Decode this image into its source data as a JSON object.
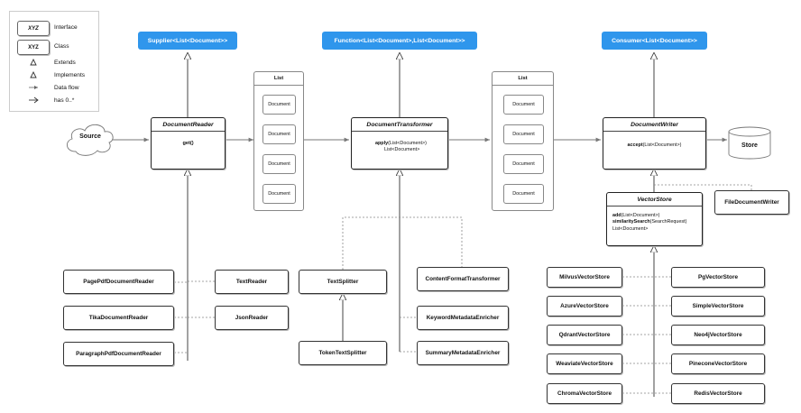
{
  "legend": {
    "interface_key": "XYZ",
    "interface_label": "Interface",
    "class_key": "XYZ",
    "class_label": "Class",
    "extends_label": "Extends",
    "implements_label": "Implements",
    "dataflow_label": "Data flow",
    "has_label": "has 0..*"
  },
  "top": {
    "supplier": "Supplier<List<Document>>",
    "function": "Function<List<Document>,List<Document>>",
    "consumer": "Consumer<List<Document>>"
  },
  "source": "Source",
  "store": "Store",
  "reader": {
    "title": "DocumentReader",
    "method": "get()"
  },
  "transformer": {
    "title": "DocumentTransformer",
    "method_name": "apply",
    "method_arg": "(List<Document>)",
    "method_ret": "List<Document>"
  },
  "writer": {
    "title": "DocumentWriter",
    "method_name": "accept",
    "method_arg": "(List<Document>)"
  },
  "vectorstore": {
    "title": "VectorStore",
    "m1_name": "add",
    "m1_arg": "(List<Document>)",
    "m2_name": "similaritySearch",
    "m2_arg": "(SearchRequest)",
    "m2_ret": "List<Document>"
  },
  "list1": {
    "title": "List",
    "docs": [
      "Document",
      "Document",
      "Document",
      "Document"
    ]
  },
  "list2": {
    "title": "List",
    "docs": [
      "Document",
      "Document",
      "Document",
      "Document"
    ]
  },
  "readers": {
    "pagepdf": "PagePdfDocumentReader",
    "tika": "TikaDocumentReader",
    "paragraph": "ParagraphPdfDocumentReader",
    "text": "TextReader",
    "json": "JsonReader"
  },
  "transformers": {
    "splitter": "TextSplitter",
    "token": "TokenTextSplitter",
    "contentformat": "ContentFormatTransformer",
    "keyword": "KeywordMetadataEnricher",
    "summary": "SummaryMetadataEnricher"
  },
  "filewriter": "FileDocumentWriter",
  "stores": {
    "milvus": "MilvusVectorStore",
    "pg": "PgVectorStore",
    "azure": "AzureVectorStore",
    "simple": "SimpleVectorStore",
    "qdrant": "QdrantVectorStore",
    "neo4j": "Neo4jVectorStore",
    "weaviate": "WeaviateVectorStore",
    "pinecone": "PineconeVectorStore",
    "chroma": "ChromaVectorStore",
    "redis": "RedisVectorStore"
  },
  "colors": {
    "accent": "#2f96ec",
    "line": "#555555",
    "dashed": "#888888"
  }
}
